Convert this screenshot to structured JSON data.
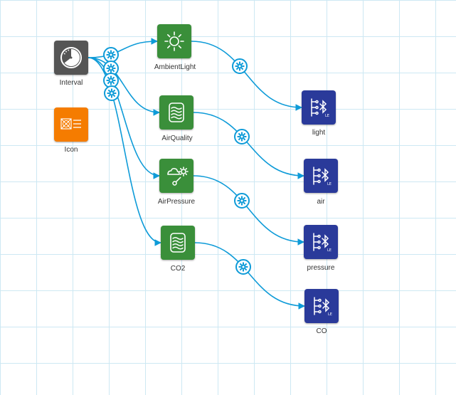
{
  "colors": {
    "grid": "#cde8f3",
    "edge": "#0e9bd8",
    "trigger_node": "#555555",
    "helper_node": "#f57c00",
    "sensor_node": "#3a8f3a",
    "output_node": "#2a3a9a"
  },
  "nodes": {
    "interval": {
      "label": "Interval",
      "icon": "clock-icon"
    },
    "icon": {
      "label": "Icon",
      "icon": "image-list-icon"
    },
    "ambient_light": {
      "label": "AmbientLight",
      "icon": "sun-icon"
    },
    "air_quality": {
      "label": "AirQuality",
      "icon": "air-waves-icon"
    },
    "air_pressure": {
      "label": "AirPressure",
      "icon": "weather-gear-icon"
    },
    "co2": {
      "label": "CO2",
      "icon": "air-waves-icon"
    },
    "light": {
      "label": "light",
      "icon": "bluetooth-le-icon"
    },
    "air": {
      "label": "air",
      "icon": "bluetooth-le-icon"
    },
    "pressure": {
      "label": "pressure",
      "icon": "bluetooth-le-icon"
    },
    "co": {
      "label": "CO",
      "icon": "bluetooth-le-icon"
    }
  },
  "edges": [
    {
      "from": "interval",
      "to": "ambient_light"
    },
    {
      "from": "interval",
      "to": "air_quality"
    },
    {
      "from": "interval",
      "to": "air_pressure"
    },
    {
      "from": "interval",
      "to": "co2"
    },
    {
      "from": "ambient_light",
      "to": "light"
    },
    {
      "from": "air_quality",
      "to": "air"
    },
    {
      "from": "air_pressure",
      "to": "pressure"
    },
    {
      "from": "co2",
      "to": "co"
    }
  ]
}
